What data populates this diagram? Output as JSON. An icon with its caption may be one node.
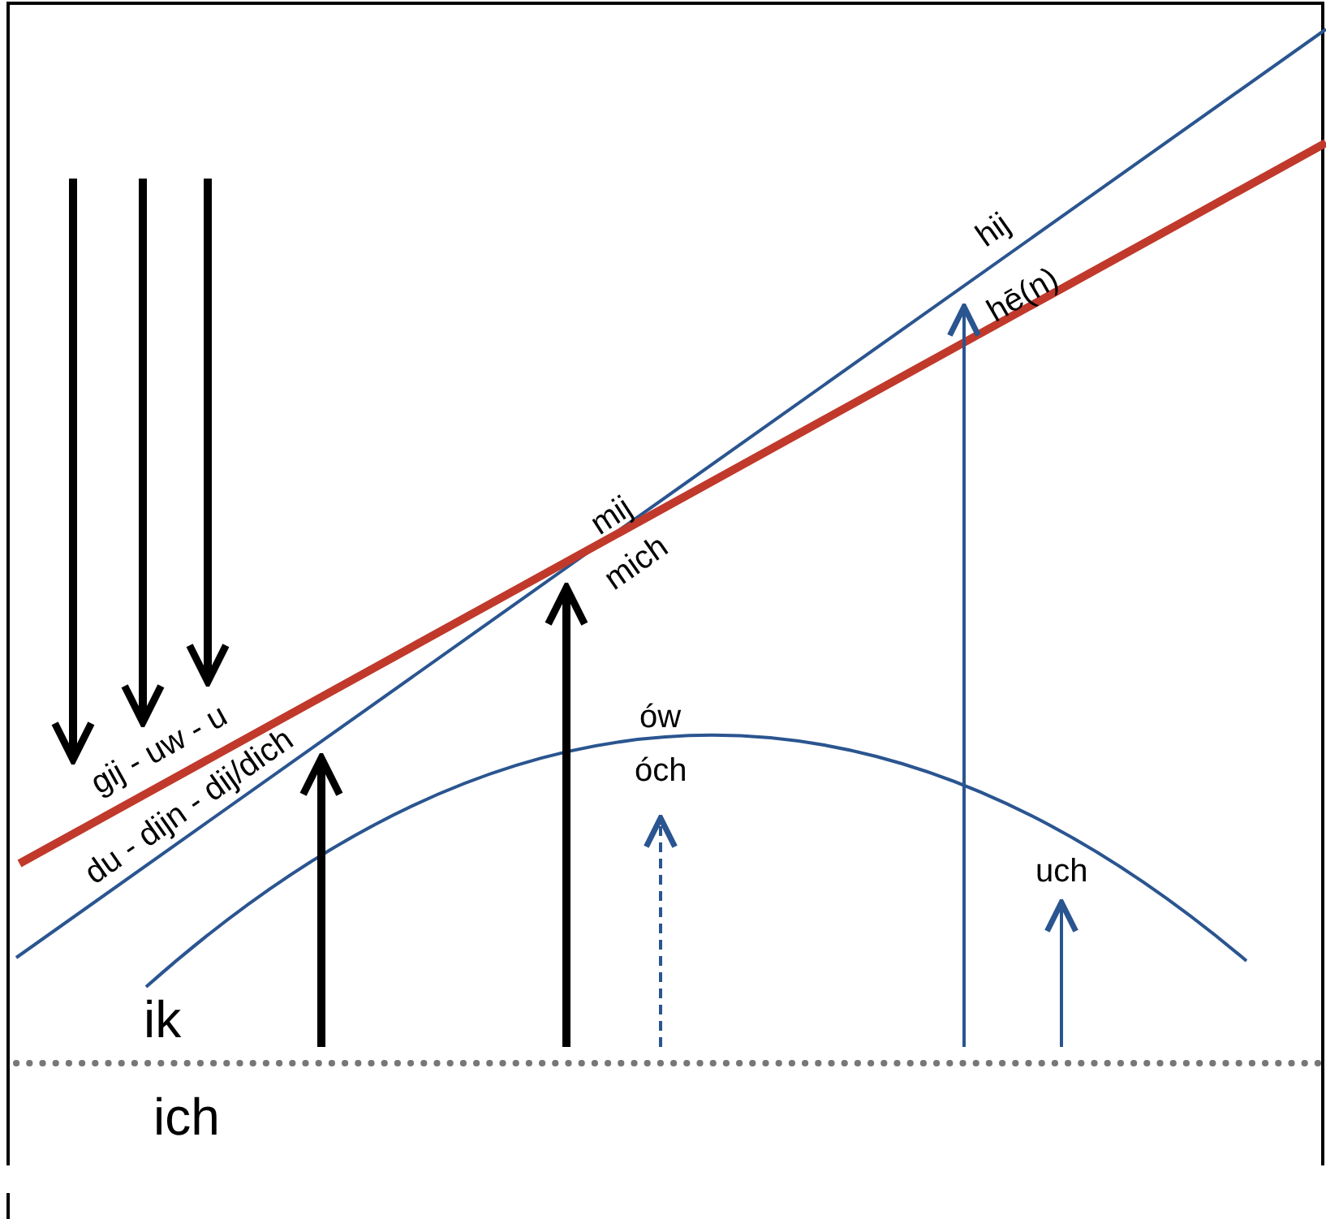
{
  "diagram": {
    "labels": [
      "hij",
      "hē(n)",
      "mij",
      "mich",
      "gij - uw - u",
      "du - dijn - dij/dich",
      "ów",
      "óch",
      "uch",
      "ik",
      "ich"
    ]
  }
}
